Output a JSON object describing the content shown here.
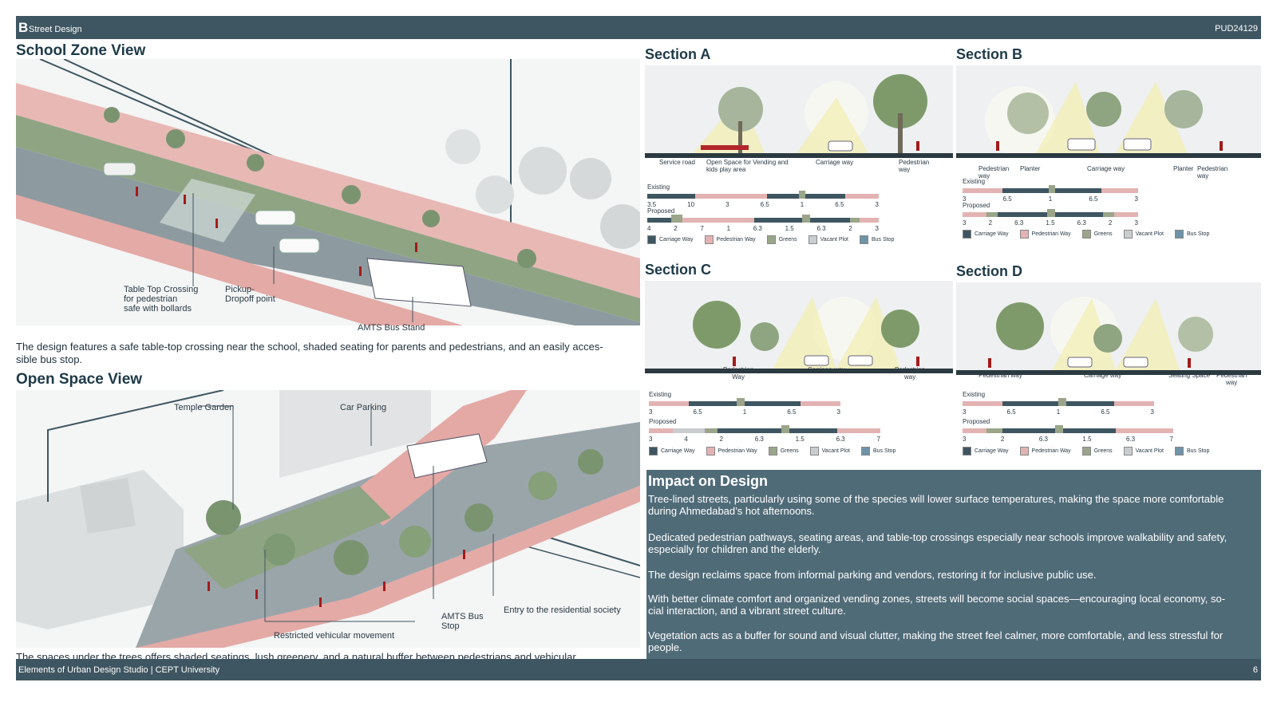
{
  "header": {
    "letter": "B",
    "title": "Street Design",
    "code": "PUD24129"
  },
  "school_zone": {
    "title": "School Zone View",
    "labels": {
      "crossing": [
        "Table Top Crossing",
        "for pedestrian",
        "safe with bollards"
      ],
      "pickup": [
        "Pickup-",
        "Dropoff point"
      ],
      "bus": "AMTS Bus Stand"
    },
    "caption": [
      "The design features a safe table-top crossing near the school, shaded seating for parents and pedestrians, and an easily acces-",
      "sible bus stop."
    ]
  },
  "open_space": {
    "title": "Open Space View",
    "labels": {
      "temple": "Temple Garden",
      "parking": "Car Parking",
      "bus": [
        "AMTS Bus",
        "Stop"
      ],
      "entry": "Entry to the residential society",
      "restricted": "Restricted vehicular movement"
    },
    "caption": "The spaces under the trees offers shaded seatings, lush greenery, and a natural buffer between pedestrians and vehicular."
  },
  "legend": {
    "carriage": "Carriage Way",
    "pedestrian": "Pedestrian Way",
    "greens": "Greens",
    "vacant": "Vacant Plot",
    "bus": "Bus Stop"
  },
  "colors": {
    "carriage": "#3e5661",
    "pedestrian": "#e3b3b3",
    "greens": "#9aa58a",
    "vacant": "#c9cdd0",
    "bus": "#6f93a8",
    "header": "#3e5661",
    "impact_bg": "#506b78"
  },
  "sections": {
    "a": {
      "title": "Section A",
      "labels": [
        [
          "Service road"
        ],
        [
          "Open Space for Vending and",
          "kids play area"
        ],
        [
          "Carriage way"
        ],
        [
          "Pedestrian",
          "way"
        ]
      ],
      "existing_label": "Existing",
      "existing_values": [
        "3.5",
        "10",
        "3",
        "6.5",
        "1",
        "6.5",
        "3"
      ],
      "proposed_label": "Proposed",
      "proposed_values": [
        "4",
        "2",
        "7",
        "1",
        "6.3",
        "1.5",
        "6.3",
        "2",
        "3"
      ]
    },
    "b": {
      "title": "Section B",
      "labels": [
        [
          "Pedestrian",
          "way"
        ],
        [
          "Planter"
        ],
        [
          "Carriage way"
        ],
        [
          "Planter"
        ],
        [
          "Pedestrian",
          "way"
        ]
      ],
      "existing_label": "Existing",
      "existing_values": [
        "3",
        "6.5",
        "1",
        "6.5",
        "3"
      ],
      "proposed_label": "Proposed",
      "proposed_values": [
        "3",
        "2",
        "6.3",
        "1.5",
        "6.3",
        "2",
        "3"
      ]
    },
    "c": {
      "title": "Section C",
      "labels": [
        [
          "Pedestrian",
          "Way"
        ],
        [
          "Carriage way"
        ],
        [
          "Pedestrian",
          "way"
        ]
      ],
      "existing_label": "Existing",
      "existing_values": [
        "3",
        "6.5",
        "1",
        "6.5",
        "3"
      ],
      "proposed_label": "Proposed",
      "proposed_values": [
        "3",
        "4",
        "2",
        "6.3",
        "1.5",
        "6.3",
        "7"
      ]
    },
    "d": {
      "title": "Section D",
      "labels": [
        [
          "Pedestrian way"
        ],
        [
          "Carriage way"
        ],
        [
          "Seating Space"
        ],
        [
          "Pedestrian",
          "way"
        ]
      ],
      "existing_label": "Existing",
      "existing_values": [
        "3",
        "6.5",
        "1",
        "6.5",
        "3"
      ],
      "proposed_label": "Proposed",
      "proposed_values": [
        "3",
        "2",
        "6.3",
        "1.5",
        "6.3",
        "7"
      ]
    }
  },
  "impact": {
    "title": "Impact on Design",
    "paragraphs": [
      [
        "Tree-lined streets, particularly using some of the species will lower surface temperatures, making the space more comfortable",
        "during Ahmedabad’s hot afternoons."
      ],
      [
        "Dedicated pedestrian pathways, seating areas, and table-top crossings especially near schools improve walkability and safety,",
        "especially for children and the elderly."
      ],
      [
        "The design reclaims space from informal parking and vendors, restoring it for inclusive public use."
      ],
      [
        "With better climate comfort and organized vending zones, streets will become social spaces—encouraging local economy, so-",
        "cial interaction, and a vibrant street culture."
      ],
      [
        "Vegetation acts as a buffer for sound and visual clutter, making the street feel calmer, more comfortable, and less stressful for",
        "people."
      ]
    ]
  },
  "footer": {
    "text": "Elements of Urban Design Studio | CEPT University",
    "page": "6"
  }
}
